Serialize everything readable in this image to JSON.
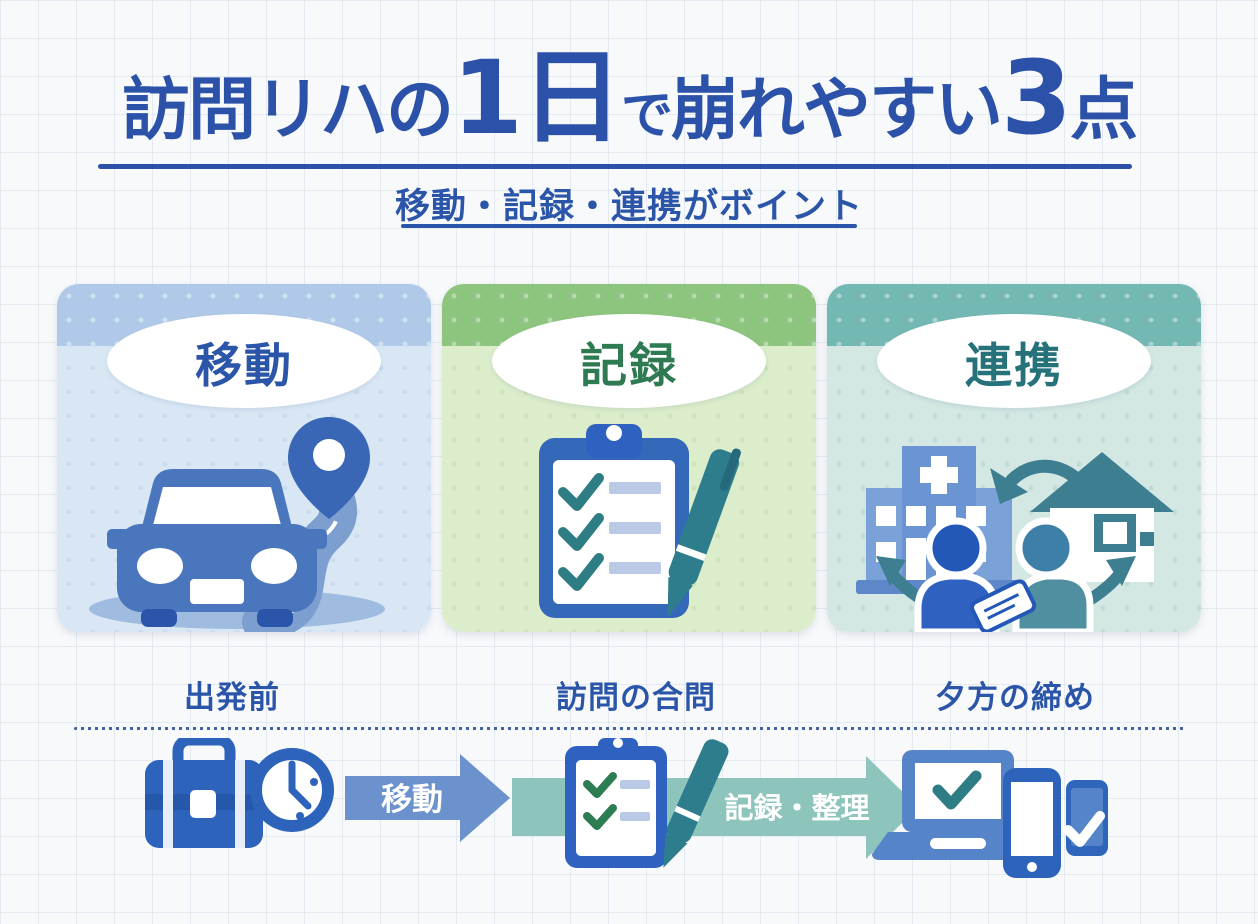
{
  "header": {
    "title_segments": [
      {
        "text": "訪問リハの",
        "emphasis": "normal"
      },
      {
        "text": "1日",
        "emphasis": "large"
      },
      {
        "text": "で",
        "emphasis": "small"
      },
      {
        "text": "崩れやすい",
        "emphasis": "normal"
      },
      {
        "text": "3",
        "emphasis": "large"
      },
      {
        "text": "点",
        "emphasis": "normal"
      }
    ],
    "title_full": "訪問リハの1日で崩れやすい3点",
    "subtitle": "移動・記録・連携がボイント"
  },
  "cards": [
    {
      "label": "移動",
      "icon": "car-route-map-pin-icon",
      "theme_color": "#b1c9e9",
      "body_color": "#d9e7f5",
      "label_color": "#2b55a8"
    },
    {
      "label": "記録",
      "icon": "clipboard-checklist-pen-icon",
      "theme_color": "#8ec57e",
      "body_color": "#dcedcb",
      "label_color": "#2e7a52"
    },
    {
      "label": "連携",
      "icon": "hospital-home-handshake-icon",
      "theme_color": "#74b8b4",
      "body_color": "#d3e7e3",
      "label_color": "#26727a"
    }
  ],
  "timeline": {
    "phases": [
      "出発前",
      "訪問の合問",
      "夕方の締め"
    ],
    "arrow_labels": [
      "移動",
      "記録・整理"
    ],
    "step_icons": [
      "briefcase-clock-icon",
      "clipboard-pen-icon",
      "laptop-tablet-phone-icon"
    ]
  },
  "colors": {
    "title_blue": "#2b52a8",
    "background": "#f8f9fb",
    "grid_line": "#cbd6e4",
    "icon_blue": "#2d63ba",
    "icon_blue_light": "#5585c8",
    "teal": "#3d7f91",
    "teal_arrow": "#8dc5bc",
    "blue_arrow": "#6b92cc",
    "check_green": "#2e7d52",
    "check_teal": "#2e7d84"
  }
}
